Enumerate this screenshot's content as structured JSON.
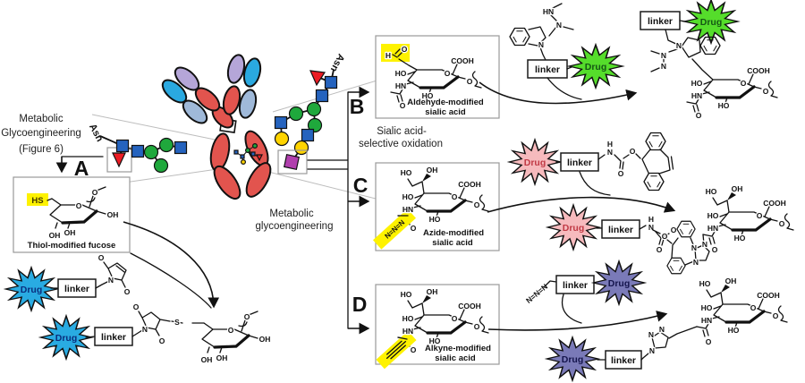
{
  "figure": {
    "left_title": {
      "line1": "Metabolic",
      "line2": "Glycoengineering",
      "line3": "(Figure 6)"
    },
    "center_caption": {
      "line1": "Metabolic",
      "line2": "glycoengineering"
    },
    "oxidation_caption": {
      "line1": "Sialic acid-",
      "line2": "selective oxidation"
    },
    "asn": "Asn",
    "branches": {
      "a": "A",
      "b": "B",
      "c": "C",
      "d": "D"
    },
    "boxes": {
      "a": {
        "caption": "Thiol-modified fucose"
      },
      "b": {
        "caption1": "Aldehyde-modified",
        "caption2": "sialic acid"
      },
      "c": {
        "caption1": "Azide-modified",
        "caption2": "sialic acid"
      },
      "d": {
        "caption1": "Alkyne-modified",
        "caption2": "sialic acid"
      }
    },
    "drug": "Drug",
    "linker": "linker",
    "atoms": {
      "hs": "HS",
      "h": "H",
      "o": "O",
      "oh": "OH",
      "ho": "HO",
      "cooh": "COOH",
      "hn": "HN",
      "n": "N",
      "s": "S",
      "azide": "N=N=N"
    },
    "colors": {
      "glycan-blue": "#2563be",
      "glycan-green": "#1fa83c",
      "glycan-yellow": "#ffd400",
      "glycan-red": "#ec1c24",
      "glycan-magenta": "#b13fae",
      "ab-red": "#e2544e",
      "ab-blue": "#2aa9e0",
      "ab-steel": "#9fb9d9",
      "ab-lavender": "#b5a6d8",
      "star-green": "#55dd2b",
      "star-pink": "#f6babd",
      "star-blue": "#29abe2",
      "star-purple": "#7a7ab8",
      "highlight": "#fef200"
    }
  }
}
